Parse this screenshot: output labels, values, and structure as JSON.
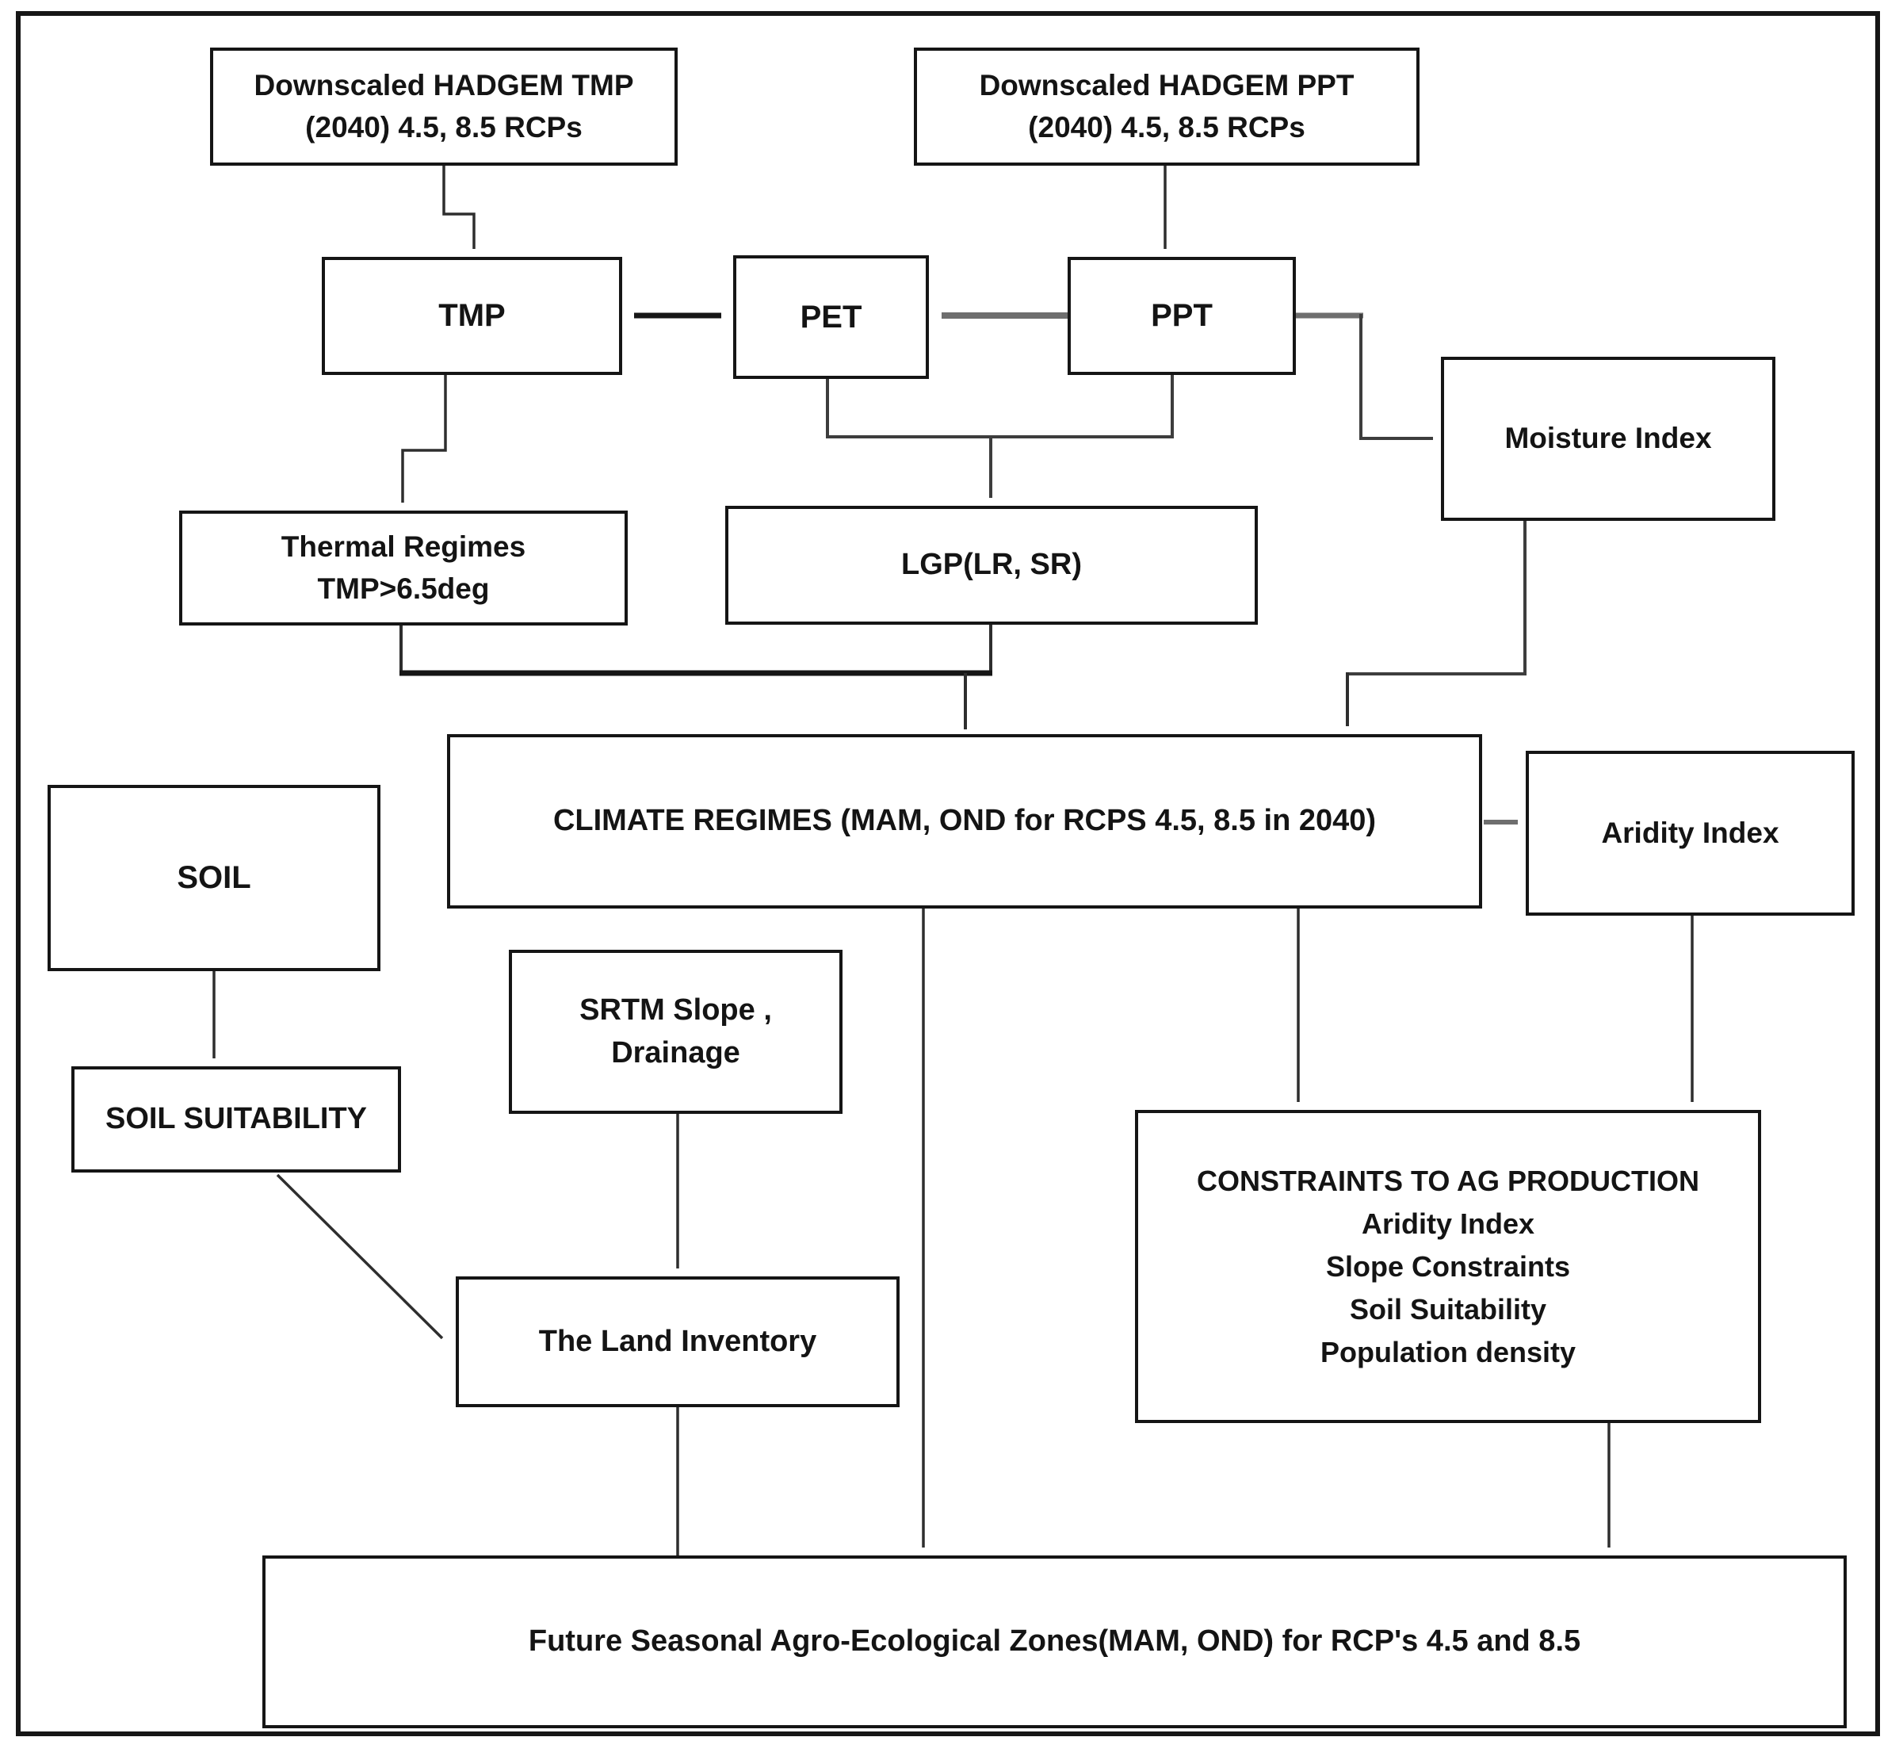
{
  "diagram": {
    "title_hint": "Flowchart of future seasonal agro-ecological zoning methodology",
    "colors": {
      "background": "#ffffff",
      "box_border": "#151515",
      "line_dark": "#2e2e2e",
      "line_gray": "#6e6e6e",
      "arrowhead": "#0f0f0f"
    },
    "nodes": {
      "hadgem_tmp": {
        "line1": "Downscaled HADGEM TMP",
        "line2": "(2040) 4.5, 8.5 RCPs"
      },
      "hadgem_ppt": {
        "line1": "Downscaled HADGEM PPT",
        "line2": "(2040) 4.5, 8.5 RCPs"
      },
      "tmp": {
        "label": "TMP"
      },
      "pet": {
        "label": "PET"
      },
      "ppt": {
        "label": "PPT"
      },
      "moisture_index": {
        "label": "Moisture Index"
      },
      "thermal_regimes": {
        "line1": "Thermal Regimes",
        "line2": "TMP>6.5deg"
      },
      "lgp": {
        "label": "LGP(LR, SR)"
      },
      "climate_regimes": {
        "label": "CLIMATE REGIMES (MAM, OND for RCPS 4.5, 8.5 in 2040)"
      },
      "aridity_index": {
        "label": "Aridity Index"
      },
      "soil": {
        "label": "SOIL"
      },
      "soil_suitability": {
        "label": "SOIL SUITABILITY"
      },
      "srtm": {
        "line1": "SRTM Slope ,",
        "line2": "Drainage"
      },
      "land_inventory": {
        "label": "The Land Inventory"
      },
      "constraints": {
        "title": "CONSTRAINTS TO AG PRODUCTION",
        "items": [
          "Aridity Index",
          "Slope Constraints",
          "Soil Suitability",
          "Population density"
        ]
      },
      "future_zones": {
        "label": "Future Seasonal Agro-Ecological Zones(MAM, OND) for RCP's 4.5 and 8.5"
      }
    }
  }
}
